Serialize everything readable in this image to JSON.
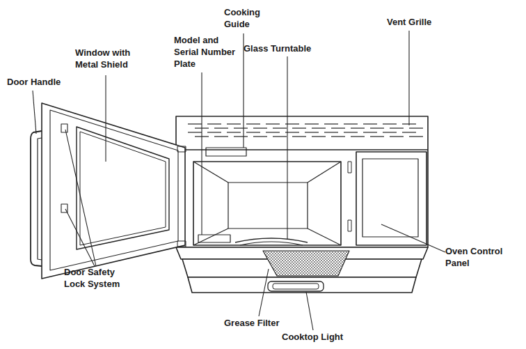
{
  "diagram": {
    "labels": [
      "Cooking Guide",
      "Vent Grille",
      "Model and Serial Number Plate",
      "Glass Turntable",
      "Window with Metal Shield",
      "Door Handle",
      "Door Safety Lock System",
      "Oven Control Panel",
      "Grease Filter",
      "Cooktop Light"
    ]
  }
}
